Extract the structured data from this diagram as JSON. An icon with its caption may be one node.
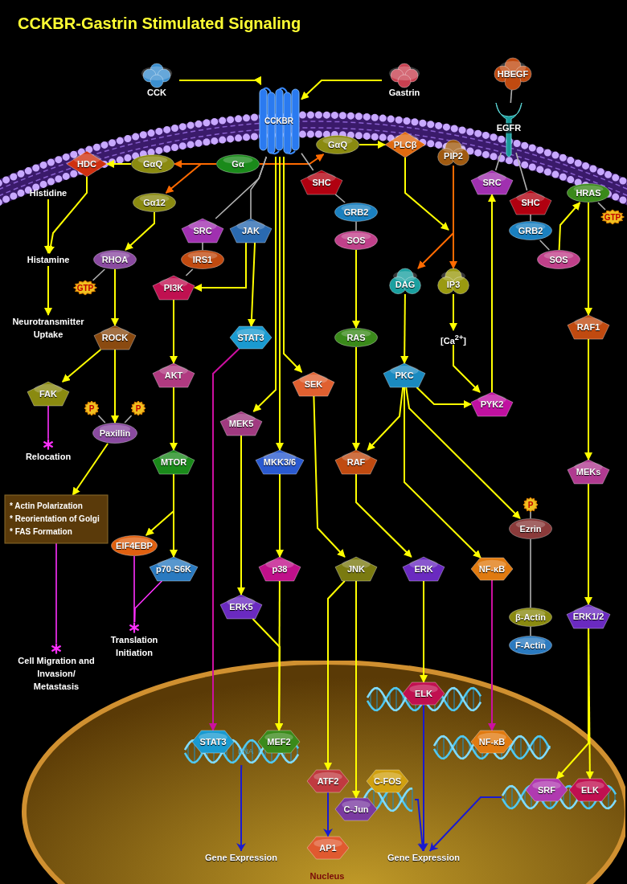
{
  "diagram": {
    "title": "CCKBR-Gastrin Stimulated Signaling",
    "nodes": [
      {
        "text": [
          "CCK"
        ]
      },
      {
        "text": [
          "Gastrin"
        ]
      },
      {
        "text": [
          "CCKBR"
        ]
      },
      {
        "text": [
          "HBEGF"
        ]
      },
      {
        "text": [
          "EGFR"
        ]
      },
      {
        "text": [
          "GαQ"
        ]
      },
      {
        "text": [
          "Gα"
        ]
      },
      {
        "text": [
          "HDC"
        ]
      },
      {
        "text": [
          "Gα12"
        ]
      },
      {
        "text": [
          "GαQ"
        ]
      },
      {
        "text": [
          "PLCβ"
        ]
      },
      {
        "text": [
          "SHC"
        ]
      },
      {
        "text": [
          "GRB2"
        ]
      },
      {
        "text": [
          "SOS"
        ]
      },
      {
        "text": [
          "PIP2"
        ]
      },
      {
        "text": [
          "SRC"
        ]
      },
      {
        "text": [
          "SHC"
        ]
      },
      {
        "text": [
          "GRB2"
        ]
      },
      {
        "text": [
          "SOS"
        ]
      },
      {
        "text": [
          "HRAS"
        ]
      },
      {
        "text": [
          "Histidine"
        ]
      },
      {
        "text": [
          "Histamine"
        ]
      },
      {
        "text": [
          "Neurotransmitter Uptake"
        ]
      },
      {
        "text": [
          "SRC"
        ]
      },
      {
        "text": [
          "JAK"
        ]
      },
      {
        "text": [
          "RHOA"
        ]
      },
      {
        "text": [
          "IRS1"
        ]
      },
      {
        "text": [
          "PI3K"
        ]
      },
      {
        "text": [
          "DAG"
        ]
      },
      {
        "text": [
          "IP3"
        ]
      },
      {
        "text": [
          "RAS"
        ]
      },
      {
        "text": [
          "[Ca$^{2+}$]"
        ]
      },
      {
        "text": [
          "RAF1"
        ]
      },
      {
        "text": [
          "STAT3"
        ]
      },
      {
        "text": [
          "ROCK"
        ]
      },
      {
        "text": [
          "FAK"
        ]
      },
      {
        "text": [
          "AKT"
        ]
      },
      {
        "text": [
          "SEK"
        ]
      },
      {
        "text": [
          "PKC"
        ]
      },
      {
        "text": [
          "PYK2"
        ]
      },
      {
        "text": [
          "Paxillin"
        ]
      },
      {
        "text": [
          "Relocation"
        ]
      },
      {
        "text": [
          "MEK5"
        ]
      },
      {
        "text": [
          "MKK3/6"
        ]
      },
      {
        "text": [
          "RAF"
        ]
      },
      {
        "text": [
          "MTOR"
        ]
      },
      {
        "text": [
          "MEKs"
        ]
      },
      {
        "text": [
          "* Actin Polarization",
          "* Reorientation of Golgi",
          "* FAS Formation"
        ]
      },
      {
        "text": [
          "EIF4EBP"
        ]
      },
      {
        "text": [
          "Ezrin"
        ]
      },
      {
        "text": [
          "p70-S6K"
        ]
      },
      {
        "text": [
          "p38"
        ]
      },
      {
        "text": [
          "JNK"
        ]
      },
      {
        "text": [
          "ERK"
        ]
      },
      {
        "text": [
          "NF-κB"
        ]
      },
      {
        "text": [
          "ERK5"
        ]
      },
      {
        "text": [
          "Translation Initiation"
        ]
      },
      {
        "text": [
          "β-Actin"
        ]
      },
      {
        "text": [
          "ERK1/2"
        ]
      },
      {
        "text": [
          "F-Actin"
        ]
      },
      {
        "text": [
          "Cell Migration and Invasion/ Metastasis"
        ]
      },
      {
        "text": [
          "Nucleus"
        ]
      },
      {
        "text": [
          "STAT3"
        ],
        "in": 61
      },
      {
        "text": [
          "MEF2"
        ],
        "in": 61
      },
      {
        "text": [
          "ELK"
        ],
        "in": 61
      },
      {
        "text": [
          "NF-κB"
        ],
        "in": 61
      },
      {
        "text": [
          "ATF2"
        ],
        "in": 61
      },
      {
        "text": [
          "C-FOS"
        ],
        "in": 61
      },
      {
        "text": [
          "C-Jun"
        ],
        "in": 61
      },
      {
        "text": [
          "SRF"
        ],
        "in": 61
      },
      {
        "text": [
          "ELK"
        ],
        "in": 61
      },
      {
        "text": [
          "AP1"
        ],
        "in": 61
      },
      {
        "text": [
          "Gene Expression"
        ],
        "in": 61
      },
      {
        "text": [
          "Gene Expression"
        ],
        "in": 61
      },
      {
        "text": [
          "GTP"
        ]
      },
      {
        "text": [
          "GTP"
        ]
      },
      {
        "text": [
          "P"
        ]
      },
      {
        "text": [
          "P"
        ]
      },
      {
        "text": [
          "P"
        ]
      },
      {
        "text": [],
        "shape": "helix",
        "in": 61
      },
      {
        "text": [],
        "shape": "helix",
        "in": 61
      },
      {
        "text": [],
        "shape": "helix",
        "in": 61
      },
      {
        "text": [],
        "shape": "helix",
        "in": 61
      },
      {
        "text": [],
        "shape": "helix",
        "in": 61
      }
    ],
    "edges": [
      {
        "from": 0,
        "to": 2,
        "arrow": "to"
      },
      {
        "from": 1,
        "to": 2,
        "arrow": "to"
      },
      {
        "from": 3,
        "to": 4,
        "arrow": "none",
        "color": "#b0b0b0"
      },
      {
        "from": 6,
        "to": 5,
        "arrow": "to",
        "color": "#ff6a00"
      },
      {
        "from": 6,
        "to": 8,
        "arrow": "to",
        "color": "#ff6a00"
      },
      {
        "from": 6,
        "to": 9,
        "arrow": "to",
        "color": "#ff6a00"
      },
      {
        "from": 5,
        "to": 7,
        "arrow": "to"
      },
      {
        "from": 9,
        "to": 10,
        "arrow": "to"
      },
      {
        "from": 2,
        "to": 23,
        "arrow": "none",
        "color": "#b0b0b0"
      },
      {
        "from": 2,
        "to": 24,
        "arrow": "none",
        "color": "#b0b0b0"
      },
      {
        "from": 2,
        "to": 11,
        "arrow": "none",
        "color": "#b0b0b0"
      },
      {
        "from": 11,
        "to": 12,
        "arrow": "none",
        "color": "#b0b0b0"
      },
      {
        "from": 12,
        "to": 13,
        "arrow": "none",
        "color": "#b0b0b0"
      },
      {
        "from": 13,
        "to": 30,
        "arrow": "to"
      },
      {
        "from": 4,
        "to": 15,
        "arrow": "none",
        "color": "#b0b0b0"
      },
      {
        "from": 4,
        "to": 16,
        "arrow": "none",
        "color": "#b0b0b0"
      },
      {
        "from": 16,
        "to": 17,
        "arrow": "none",
        "color": "#b0b0b0"
      },
      {
        "from": 17,
        "to": 18,
        "arrow": "none",
        "color": "#b0b0b0"
      },
      {
        "from": 18,
        "to": 19,
        "arrow": "to"
      },
      {
        "from": 19,
        "to": 32,
        "arrow": "to"
      },
      {
        "from": 32,
        "to": 46,
        "arrow": "to"
      },
      {
        "from": 46,
        "to": 58,
        "arrow": "to"
      },
      {
        "from": 58,
        "to": 70,
        "arrow": "to"
      },
      {
        "from": 58,
        "to": 69,
        "arrow": "to"
      },
      {
        "from": 7,
        "to": 21,
        "arrow": "to"
      },
      {
        "from": 20,
        "to": 21,
        "arrow": "to"
      },
      {
        "from": 21,
        "to": 22,
        "arrow": "to"
      },
      {
        "from": 8,
        "to": 25,
        "arrow": "to"
      },
      {
        "from": 25,
        "to": 34,
        "arrow": "to"
      },
      {
        "from": 34,
        "to": 35,
        "arrow": "to"
      },
      {
        "from": 34,
        "to": 40,
        "arrow": "to"
      },
      {
        "from": 35,
        "to": 41,
        "arrow": "none",
        "color": "#ff30ff"
      },
      {
        "from": 40,
        "to": 47,
        "arrow": "to"
      },
      {
        "from": 47,
        "to": 60,
        "arrow": "none",
        "color": "#ff30ff"
      },
      {
        "from": 23,
        "to": 26,
        "arrow": "none",
        "color": "#b0b0b0"
      },
      {
        "from": 26,
        "to": 27,
        "arrow": "none",
        "color": "#b0b0b0"
      },
      {
        "from": 24,
        "to": 27,
        "arrow": "to"
      },
      {
        "from": 24,
        "to": 33,
        "arrow": "to"
      },
      {
        "from": 27,
        "to": 36,
        "arrow": "to"
      },
      {
        "from": 36,
        "to": 45,
        "arrow": "to"
      },
      {
        "from": 45,
        "to": 48,
        "arrow": "to"
      },
      {
        "from": 45,
        "to": 50,
        "arrow": "to"
      },
      {
        "from": 48,
        "to": 56,
        "arrow": "none",
        "color": "#ff30ff"
      },
      {
        "from": 50,
        "to": 56,
        "arrow": "none",
        "color": "#ff30ff"
      },
      {
        "from": 33,
        "to": 62,
        "arrow": "to",
        "color": "#cc10a0"
      },
      {
        "from": 2,
        "to": 42,
        "arrow": "to"
      },
      {
        "from": 2,
        "to": 43,
        "arrow": "to"
      },
      {
        "from": 2,
        "to": 37,
        "arrow": "to"
      },
      {
        "from": 42,
        "to": 55,
        "arrow": "to"
      },
      {
        "from": 43,
        "to": 51,
        "arrow": "to"
      },
      {
        "from": 51,
        "to": 63,
        "arrow": "to"
      },
      {
        "from": 55,
        "to": 63,
        "arrow": "to"
      },
      {
        "from": 37,
        "to": 52,
        "arrow": "to"
      },
      {
        "from": 52,
        "to": 66,
        "arrow": "to"
      },
      {
        "from": 52,
        "to": 68,
        "arrow": "to"
      },
      {
        "from": 10,
        "to": null,
        "arrow": "to"
      },
      {
        "from": 14,
        "to": 28,
        "arrow": "to",
        "color": "#ff6a00"
      },
      {
        "from": 14,
        "to": 29,
        "arrow": "to",
        "color": "#ff6a00"
      },
      {
        "from": 29,
        "to": 31,
        "arrow": "to"
      },
      {
        "from": 31,
        "to": 39,
        "arrow": "to"
      },
      {
        "from": 28,
        "to": 38,
        "arrow": "to"
      },
      {
        "from": 38,
        "to": 39,
        "arrow": "to"
      },
      {
        "from": 39,
        "to": 15,
        "arrow": "to"
      },
      {
        "from": 38,
        "to": 44,
        "arrow": "to"
      },
      {
        "from": 30,
        "to": 44,
        "arrow": "to"
      },
      {
        "from": 38,
        "to": 54,
        "arrow": "to"
      },
      {
        "from": 38,
        "to": 49,
        "arrow": "to"
      },
      {
        "from": 44,
        "to": 53,
        "arrow": "to"
      },
      {
        "from": 53,
        "to": 64,
        "arrow": "to"
      },
      {
        "from": 54,
        "to": 65,
        "arrow": "to",
        "color": "#cc10a0"
      },
      {
        "from": 49,
        "to": 57,
        "arrow": "none",
        "color": "#b0b0b0"
      },
      {
        "from": 57,
        "to": 59,
        "arrow": "none",
        "color": "#b0b0b0"
      },
      {
        "from": 66,
        "to": 71,
        "arrow": "to",
        "color": "#1a1ad0"
      },
      {
        "from": 79,
        "to": 72,
        "arrow": "to",
        "color": "#1a1ad0"
      },
      {
        "from": 64,
        "to": 73,
        "arrow": "to",
        "color": "#1a1ad0"
      },
      {
        "from": 82,
        "to": 73,
        "arrow": "to",
        "color": "#1a1ad0"
      },
      {
        "from": 83,
        "to": 73,
        "arrow": "to",
        "color": "#1a1ad0"
      },
      {
        "from": 74,
        "to": 25,
        "arrow": "none",
        "color": "#b0b0b0"
      },
      {
        "from": 75,
        "to": 19,
        "arrow": "none",
        "color": "#b0b0b0"
      },
      {
        "from": 76,
        "to": 40,
        "arrow": "none",
        "color": "#b0b0b0"
      },
      {
        "from": 77,
        "to": 40,
        "arrow": "none",
        "color": "#b0b0b0"
      },
      {
        "from": 78,
        "to": 49,
        "arrow": "none",
        "color": "#b0b0b0"
      }
    ],
    "labels": [
      "DNA"
    ]
  }
}
